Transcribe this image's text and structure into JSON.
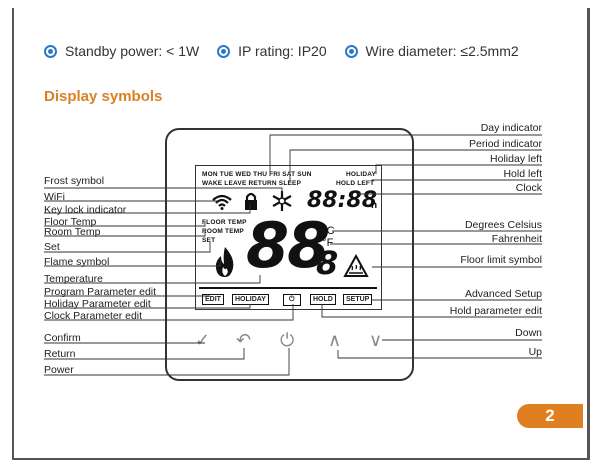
{
  "specs": [
    {
      "label": "Standby power: < 1W"
    },
    {
      "label": "IP rating: IP20"
    },
    {
      "label": "Wire diameter: ≤2.5mm2"
    }
  ],
  "section_title": "Display symbols",
  "lcd": {
    "days_row": "MON TUE WED THU FRI SAT SUN",
    "holiday": "HOLIDAY",
    "period_row": "WAKE LEAVE RETURN SLEEP",
    "hold_left": "HOLD LEFT",
    "clock": "88:88",
    "clock_unit": "h",
    "floor_temp": "FLOOR TEMP",
    "room_temp": "ROOM TEMP",
    "set": "SET",
    "temperature": "88",
    "temperature_decimal": "8",
    "celsius": "°C",
    "fahrenheit": "°F",
    "edit_btn": "EDIT",
    "holiday_btn": "HOLIDAY",
    "power_btn": "⏻",
    "hold_btn": "HOLD",
    "setup_btn": "SETUP"
  },
  "left_labels": [
    "Frost symbol",
    "WiFi",
    "Key lock indicator",
    "Floor Temp",
    "Room Temp",
    "Set",
    "Flame symbol",
    "Temperature",
    "Program Parameter edit",
    "Holiday Parameter edit",
    "Clock Parameter edit",
    "Confirm",
    "Return",
    "Power"
  ],
  "right_labels": [
    "Day indicator",
    "Period indicator",
    "Holiday left",
    "Hold left",
    "Clock",
    "Degrees Celsius",
    "Fahrenheit",
    "Floor limit symbol",
    "Advanced Setup",
    "Hold parameter edit",
    "Down",
    "Up"
  ],
  "touch_keys": {
    "confirm": "✓",
    "return": "↶",
    "power": "⏻",
    "up": "∧",
    "down": "∨"
  },
  "page_number": "2",
  "colors": {
    "accent": "#d98224",
    "bullet": "#2a78c8",
    "badge": "#e07f1f"
  }
}
